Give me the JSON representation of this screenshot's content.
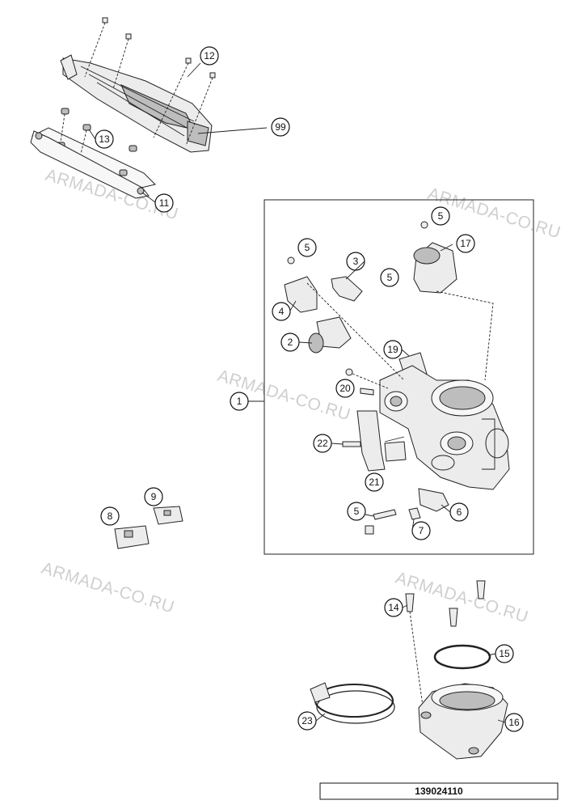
{
  "watermark": "ARMADA-CO.RU",
  "drawing_number": "139024110",
  "callouts": {
    "c1": "1",
    "c2": "2",
    "c3": "3",
    "c4": "4",
    "c5a": "5",
    "c5b": "5",
    "c5c": "5",
    "c5d": "5",
    "c6": "6",
    "c7": "7",
    "c8": "8",
    "c9": "9",
    "c11": "11",
    "c12": "12",
    "c13": "13",
    "c14": "14",
    "c15": "15",
    "c16": "16",
    "c17": "17",
    "c19": "19",
    "c20": "20",
    "c21": "21",
    "c22": "22",
    "c23": "23",
    "c99": "99"
  }
}
